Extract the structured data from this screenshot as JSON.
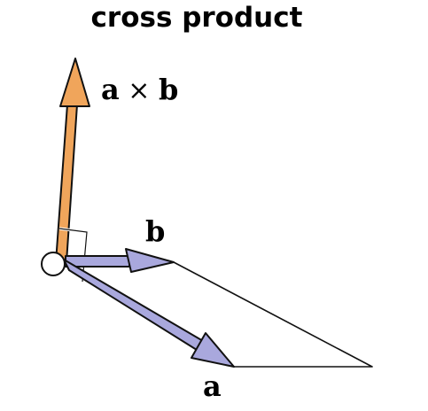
{
  "diagram": {
    "title": "cross product",
    "labels": {
      "a": "a",
      "b": "b",
      "axb_left": "a",
      "axb_op": " × ",
      "axb_right": "b"
    },
    "colors": {
      "cross_product_arrow": "#F0A55B",
      "vector_arrow": "#A9A8DD",
      "outline": "#111111",
      "parallelogram_fill": "#ffffff"
    }
  }
}
